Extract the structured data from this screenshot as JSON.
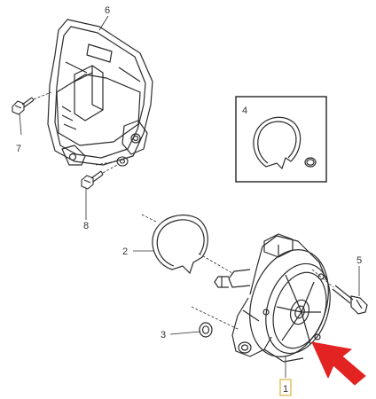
{
  "diagram": {
    "callouts": {
      "c1": "1",
      "c2": "2",
      "c3": "3",
      "c4": "4",
      "c5": "5",
      "c6": "6",
      "c7": "7",
      "c8": "8"
    },
    "colors": {
      "line": "#2b2b2b",
      "arrow": "#e32222",
      "highlight_box": "#d8b23a",
      "detail_box": "#222222"
    }
  }
}
